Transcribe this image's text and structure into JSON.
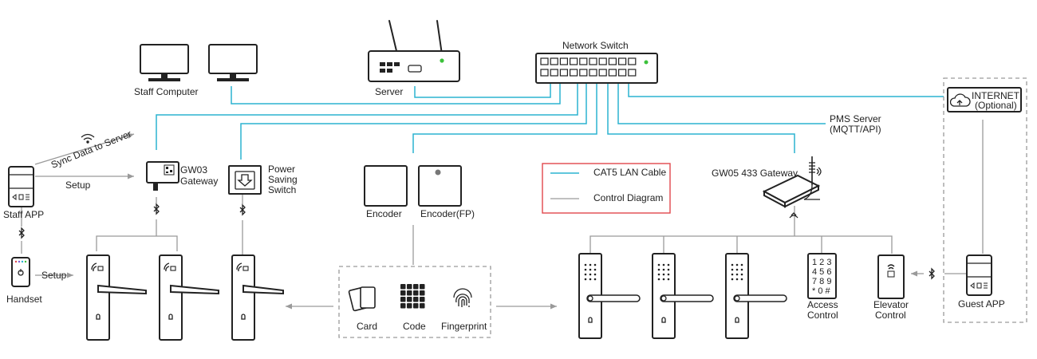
{
  "labels": {
    "staff_computer": "Staff Computer",
    "server": "Server",
    "network_switch": "Network Switch",
    "pms_server_line1": "PMS Server",
    "pms_server_line2": "(MQTT/API)",
    "internet_line1": "INTERNET",
    "internet_line2": "(Optional)",
    "sync_data": "Sync Data to Server",
    "setup_top": "Setup",
    "setup_bottom": "Setup",
    "staff_app": "Staff APP",
    "handset": "Handset",
    "gw03_line1": "GW03",
    "gw03_line2": "Gateway",
    "power_line1": "Power",
    "power_line2": "Saving",
    "power_line3": "Switch",
    "encoder": "Encoder",
    "encoder_fp": "Encoder(FP)",
    "card": "Card",
    "code": "Code",
    "fingerprint": "Fingerprint",
    "gw05": "GW05 433 Gateway",
    "legend_lan": "CAT5 LAN Cable",
    "legend_control": "Control Diagram",
    "access_line1": "Access",
    "access_line2": "Control",
    "elevator_line1": "Elevator",
    "elevator_line2": "Control",
    "guest_app": "Guest APP"
  },
  "keypad": [
    "1 2 3",
    "4 5 6",
    "7 8 9",
    "* 0 #"
  ],
  "colors": {
    "lan_cable": "#2bb3d1",
    "control_line": "#9a9a9a",
    "legend_border": "#e0474c",
    "led_green": "#3cc13b"
  },
  "icons": [
    "monitor-icon",
    "router-icon",
    "switch-icon",
    "gateway-icon",
    "bluetooth-icon",
    "door-lock-icon",
    "keypad-lock-icon",
    "cloud-upload-icon",
    "wifi-icon",
    "card-icon",
    "code-grid-icon",
    "fingerprint-icon"
  ]
}
